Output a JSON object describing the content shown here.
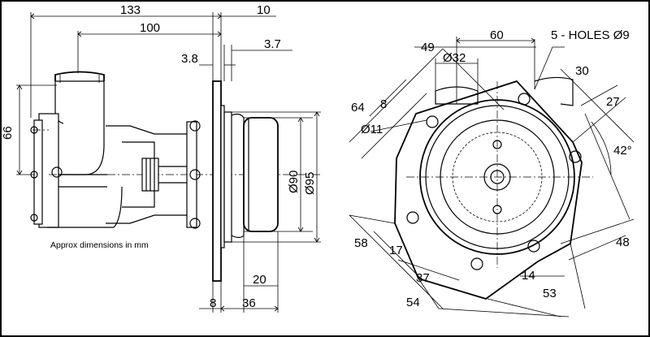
{
  "drawing": {
    "note": "Approx dimensions in mm",
    "side_view": {
      "dim_overall_length": "133",
      "dim_outlet_offset": "100",
      "dim_flange_thickness_top": "10",
      "dim_gap_a": "3.8",
      "dim_gap_b": "3.7",
      "dim_height": "66",
      "dim_dia_hub": "Ø90",
      "dim_dia_flange": "Ø95",
      "dim_hub_depth": "20",
      "dim_flange_width": "8",
      "dim_hub_length": "36"
    },
    "front_view": {
      "dim_60": "60",
      "dim_holes": "5 - HOLES Ø9",
      "dim_49": "49",
      "dim_port": "Ø32",
      "dim_30": "30",
      "dim_64": "64",
      "dim_8": "8",
      "dim_27": "27",
      "dim_hole_dia": "Ø11",
      "dim_angle": "42°",
      "dim_58": "58",
      "dim_17": "17",
      "dim_48": "48",
      "dim_37": "37",
      "dim_14": "14",
      "dim_53": "53",
      "dim_54": "54"
    }
  }
}
